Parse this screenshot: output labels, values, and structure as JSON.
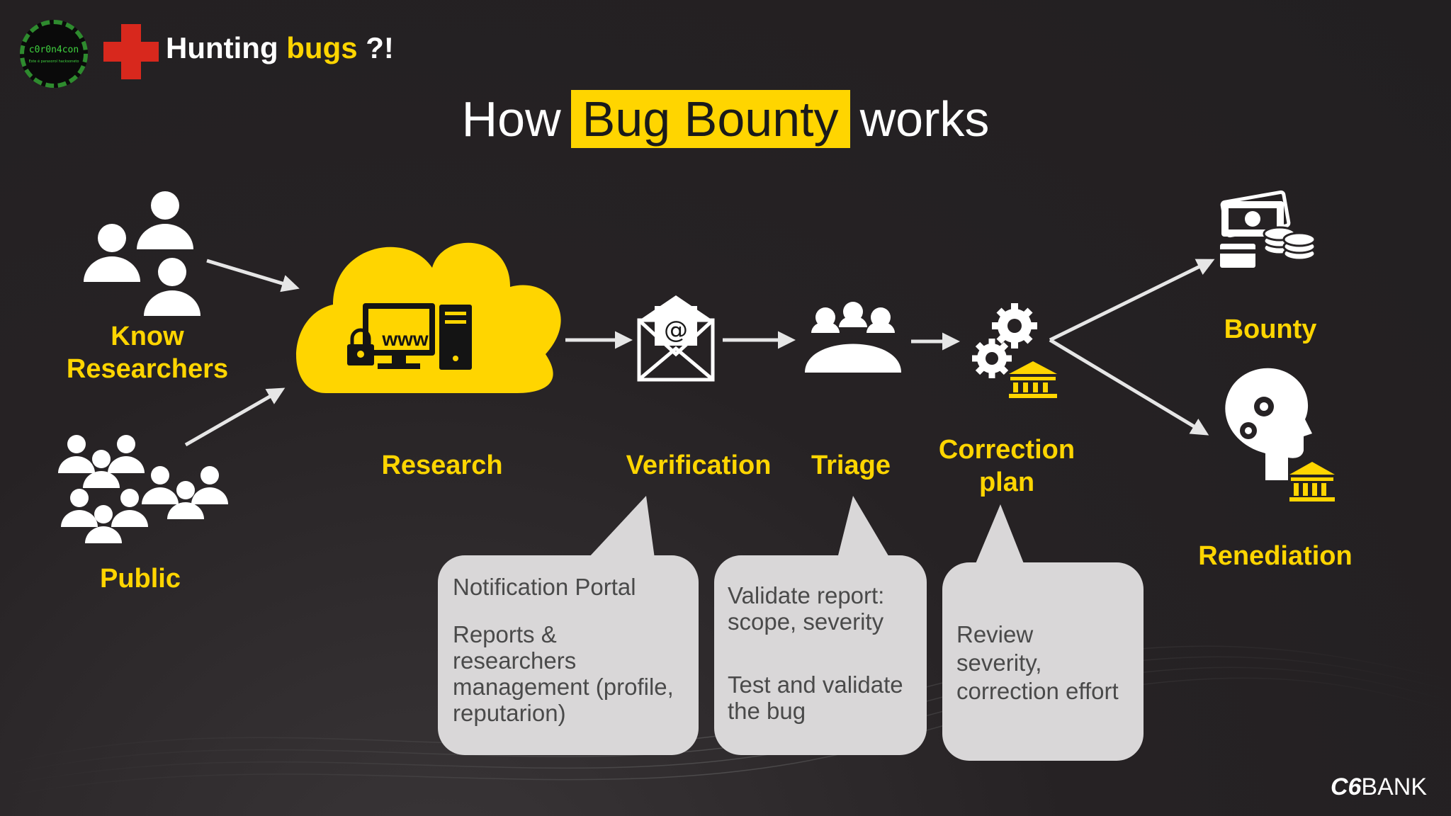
{
  "header": {
    "logo_text": "c0r0n4con",
    "logo_subtext": "Este é parasorol hacksoneto",
    "title_part1": "Hunting ",
    "title_part2": "bugs",
    "title_part3": " ?!"
  },
  "title": {
    "prefix": "How",
    "highlight": "Bug Bounty",
    "suffix": "works"
  },
  "sources": {
    "known": [
      "Know",
      "Researchers"
    ],
    "public": "Public"
  },
  "steps": {
    "research": "Research",
    "verification": "Verification",
    "triage": "Triage",
    "correction": [
      "Correction",
      "plan"
    ]
  },
  "cloud_text": "www",
  "email_symbol": "@",
  "outcomes": {
    "bounty": "Bounty",
    "remediation": "Renediation"
  },
  "bubbles": {
    "verification": {
      "line1": "Notification Portal",
      "line2": [
        "Reports &",
        "researchers",
        "management (profile,",
        "reputarion)"
      ]
    },
    "triage": {
      "line1": [
        "Validate report:",
        "scope, severity"
      ],
      "line2": [
        "Test and validate",
        "the bug"
      ]
    },
    "correction": {
      "lines": [
        "Review",
        "severity,",
        "correction effort"
      ]
    }
  },
  "brand": {
    "bold": "C6",
    "light": "BANK"
  },
  "colors": {
    "accent": "#ffd500",
    "background": "#252223",
    "bubble": "#d9d7d8"
  }
}
